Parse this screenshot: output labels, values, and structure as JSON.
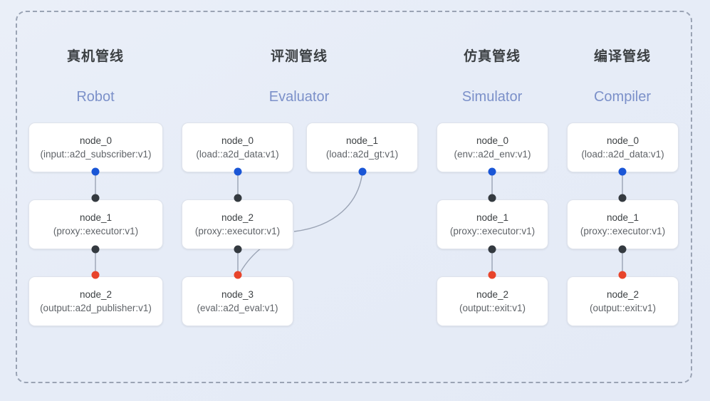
{
  "diagram": {
    "background_color": "#e8edf7",
    "frame_style": "dashed",
    "frame_color": "#9aa3b4"
  },
  "palette": {
    "port_output": "#1a56d6",
    "port_input": "#343a40",
    "port_terminal": "#e8442b",
    "header_cn": "#3c4043",
    "header_en": "#7b90c9",
    "node_bg": "#ffffff",
    "node_border": "#dfe3ec",
    "edge": "#9aa3b4"
  },
  "columns": [
    {
      "id": "robot",
      "title_cn": "真机管线",
      "title_en": "Robot",
      "nodes": [
        {
          "id": "r0",
          "name": "node_0",
          "spec": "(input::a2d_subscriber:v1)"
        },
        {
          "id": "r1",
          "name": "node_1",
          "spec": "(proxy::executor:v1)"
        },
        {
          "id": "r2",
          "name": "node_2",
          "spec": "(output::a2d_publisher:v1)"
        }
      ]
    },
    {
      "id": "evaluator",
      "title_cn": "评测管线",
      "title_en": "Evaluator",
      "nodes": [
        {
          "id": "e0",
          "name": "node_0",
          "spec": "(load::a2d_data:v1)"
        },
        {
          "id": "e1",
          "name": "node_1",
          "spec": "(load::a2d_gt:v1)"
        },
        {
          "id": "e2",
          "name": "node_2",
          "spec": "(proxy::executor:v1)"
        },
        {
          "id": "e3",
          "name": "node_3",
          "spec": "(eval::a2d_eval:v1)"
        }
      ]
    },
    {
      "id": "simulator",
      "title_cn": "仿真管线",
      "title_en": "Simulator",
      "nodes": [
        {
          "id": "s0",
          "name": "node_0",
          "spec": "(env::a2d_env:v1)"
        },
        {
          "id": "s1",
          "name": "node_1",
          "spec": "(proxy::executor:v1)"
        },
        {
          "id": "s2",
          "name": "node_2",
          "spec": "(output::exit:v1)"
        }
      ]
    },
    {
      "id": "compiler",
      "title_cn": "编译管线",
      "title_en": "Compiler",
      "nodes": [
        {
          "id": "c0",
          "name": "node_0",
          "spec": "(load::a2d_data:v1)"
        },
        {
          "id": "c1",
          "name": "node_1",
          "spec": "(proxy::executor:v1)"
        },
        {
          "id": "c2",
          "name": "node_2",
          "spec": "(output::exit:v1)"
        }
      ]
    }
  ]
}
